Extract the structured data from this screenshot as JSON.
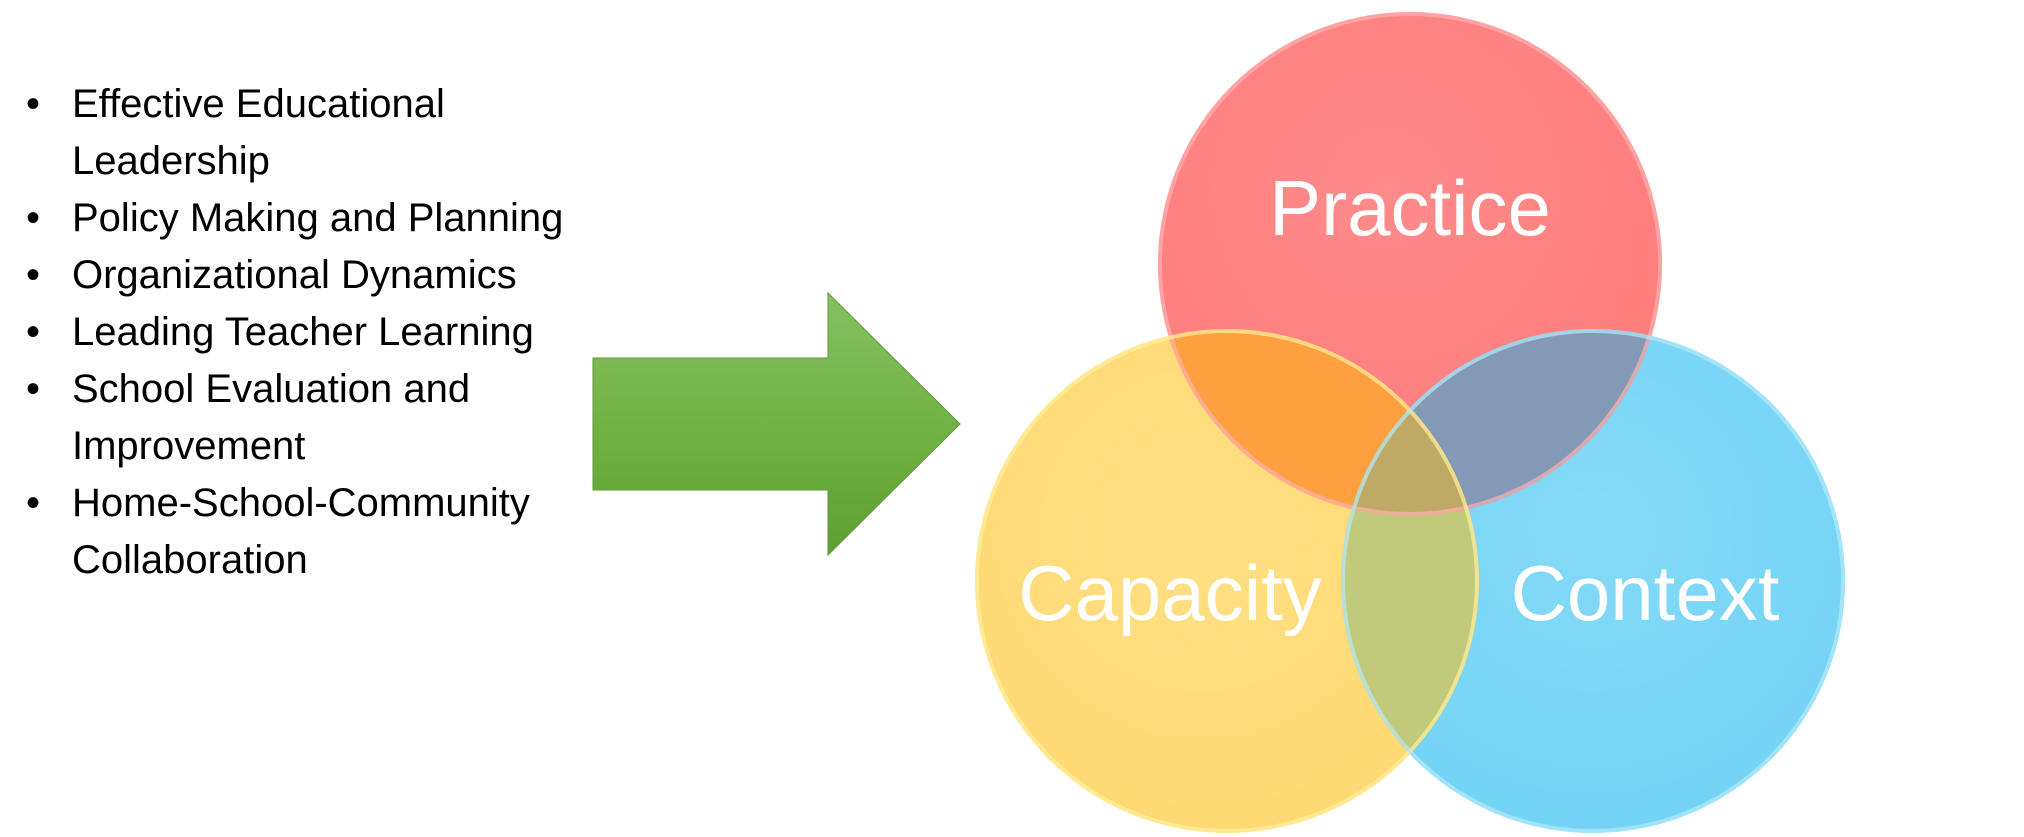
{
  "bullets": [
    "Effective Educational Leadership",
    "Policy Making and Planning",
    "Organizational Dynamics",
    "Leading Teacher Learning",
    "School Evaluation and Improvement",
    "Home-School-Community Collaboration"
  ],
  "venn": {
    "circles": [
      {
        "label": "Practice",
        "color": "#FF8080"
      },
      {
        "label": "Capacity",
        "color": "#FFD966"
      },
      {
        "label": "Context",
        "color": "#6DD3F5"
      }
    ],
    "overlap_colors": {
      "practice_capacity": "#FFA040",
      "practice_context": "#8499B6",
      "capacity_context": "#C1C97A",
      "center": "#BFAA65"
    }
  },
  "arrow": {
    "color": "#6AAF3E"
  }
}
